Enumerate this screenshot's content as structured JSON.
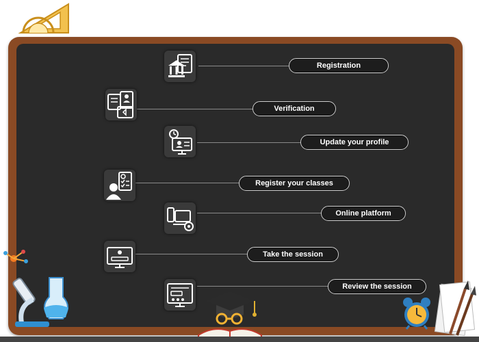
{
  "steps": [
    {
      "label": "Registration",
      "icon": "bank-document-icon"
    },
    {
      "label": "Verification",
      "icon": "verification-documents-icon"
    },
    {
      "label": "Update your profile",
      "icon": "profile-update-monitor-icon"
    },
    {
      "label": "Register your classes",
      "icon": "user-rupee-checklist-icon"
    },
    {
      "label": "Online platform",
      "icon": "devices-platform-icon"
    },
    {
      "label": "Take the session",
      "icon": "session-monitor-icon"
    },
    {
      "label": "Review the session",
      "icon": "review-monitor-icon"
    }
  ],
  "colors": {
    "board": "#2a2a2a",
    "frame": "#8a4a24",
    "pill_border": "#cfcfcf",
    "text": "#ffffff"
  }
}
